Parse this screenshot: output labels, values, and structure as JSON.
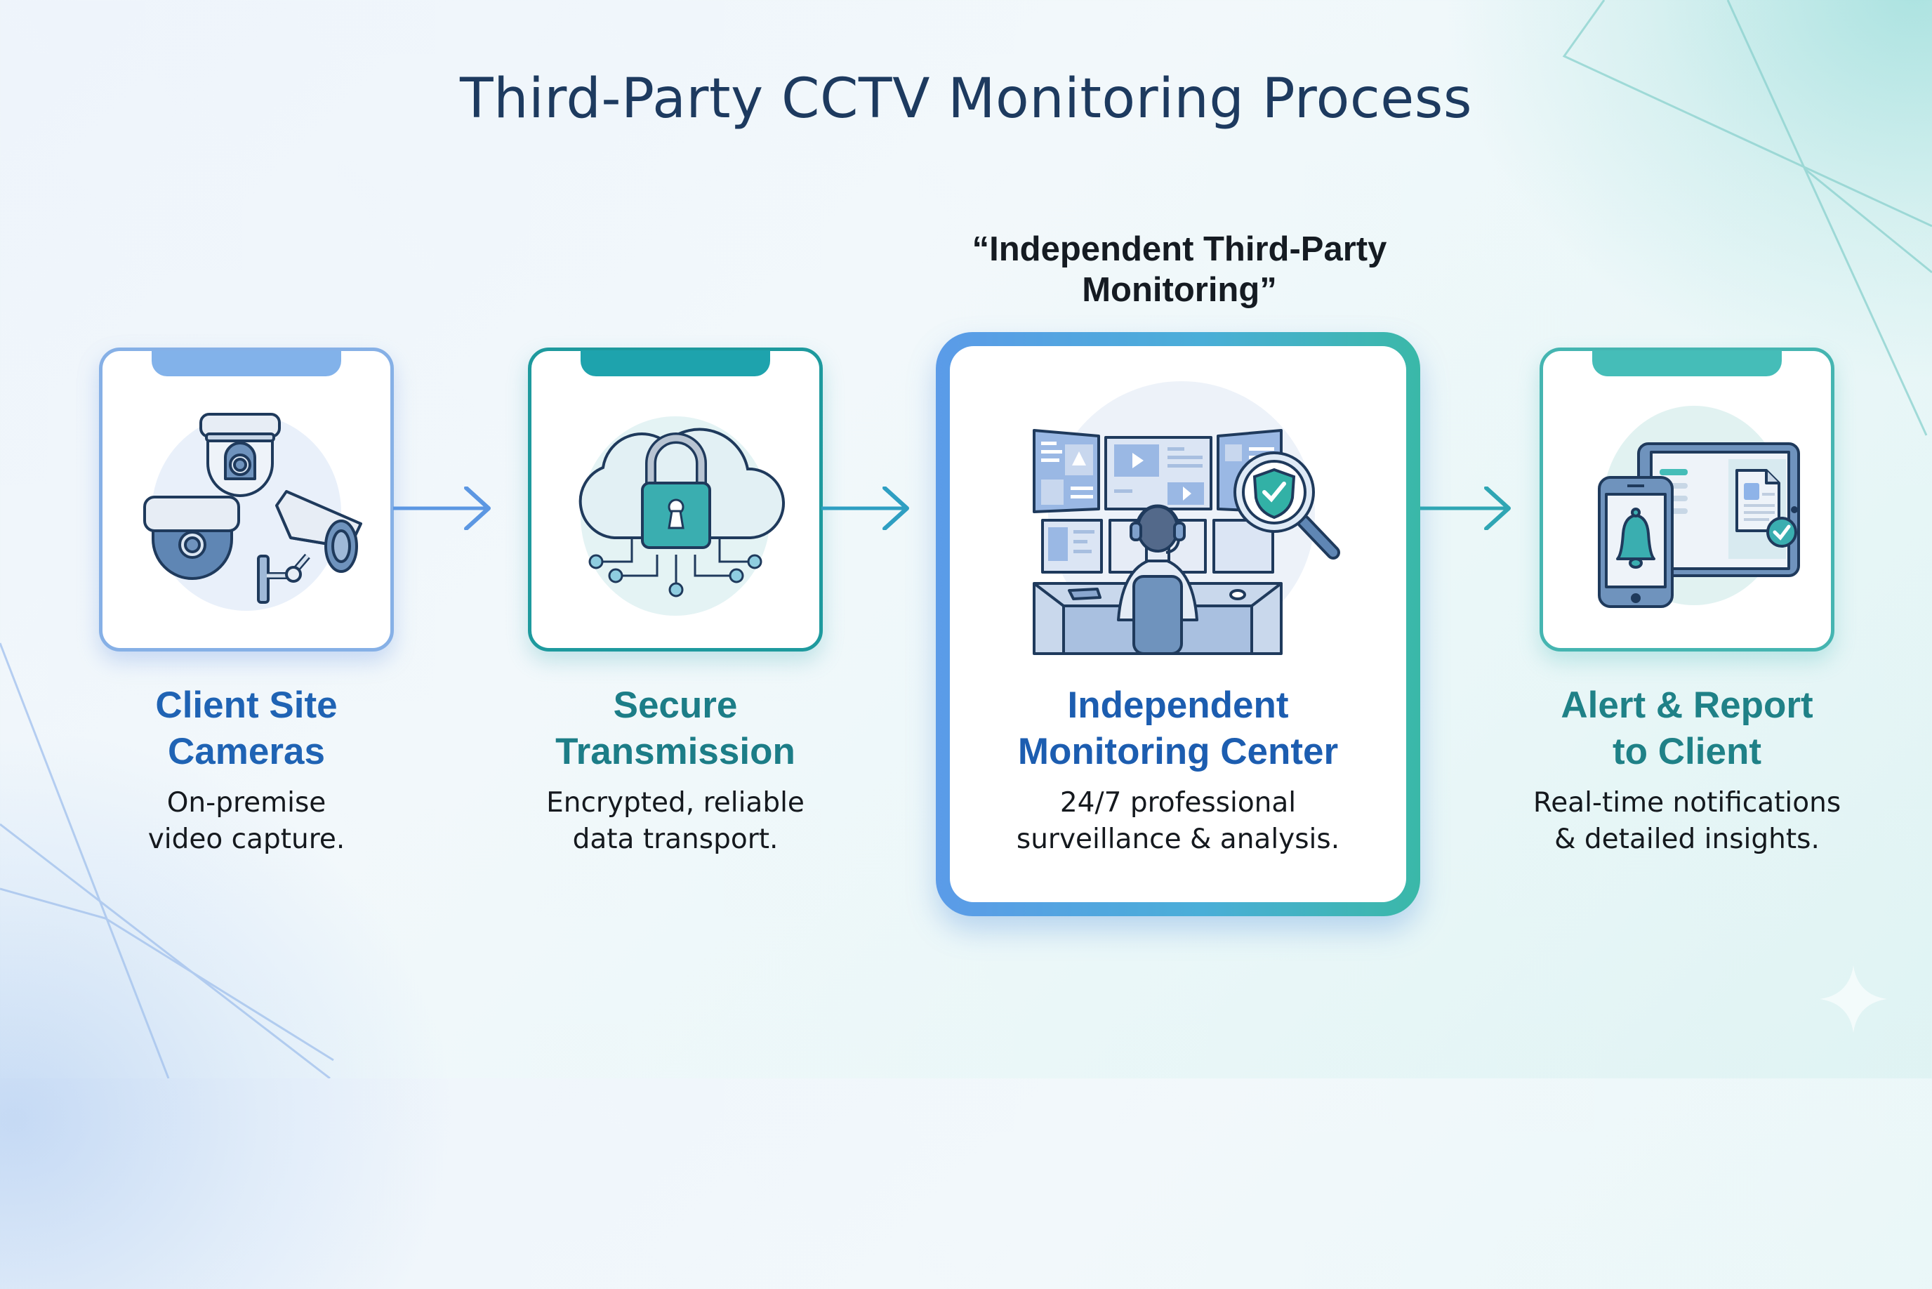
{
  "title": "Third-Party CCTV Monitoring Process",
  "highlight_caption": {
    "line1": "“Independent Third-Party",
    "line2": "Monitoring”"
  },
  "colors": {
    "title": "#1d3a5f",
    "step1_accent": "#82b2ea",
    "step2_accent": "#1ea3ad",
    "step3_accent_start": "#5b9be8",
    "step3_accent_end": "#3ab8a8",
    "step4_accent": "#45bdb8"
  },
  "steps": [
    {
      "icon": "cctv-cameras-icon",
      "title_line1": "Client Site",
      "title_line2": "Cameras",
      "desc_line1": "On-premise",
      "desc_line2": "video capture."
    },
    {
      "icon": "cloud-lock-icon",
      "title_line1": "Secure",
      "title_line2": "Transmission",
      "desc_line1": "Encrypted, reliable",
      "desc_line2": "data transport."
    },
    {
      "icon": "monitoring-operator-icon",
      "title_line1": "Independent",
      "title_line2": "Monitoring Center",
      "desc_line1": "24/7 professional",
      "desc_line2": "surveillance & analysis."
    },
    {
      "icon": "alert-report-devices-icon",
      "title_line1": "Alert & Report",
      "title_line2": "to Client",
      "desc_line1": "Real-time notifications",
      "desc_line2": "& detailed insights."
    }
  ],
  "connectors": [
    "arrow-right-icon",
    "arrow-right-icon",
    "arrow-right-icon"
  ]
}
